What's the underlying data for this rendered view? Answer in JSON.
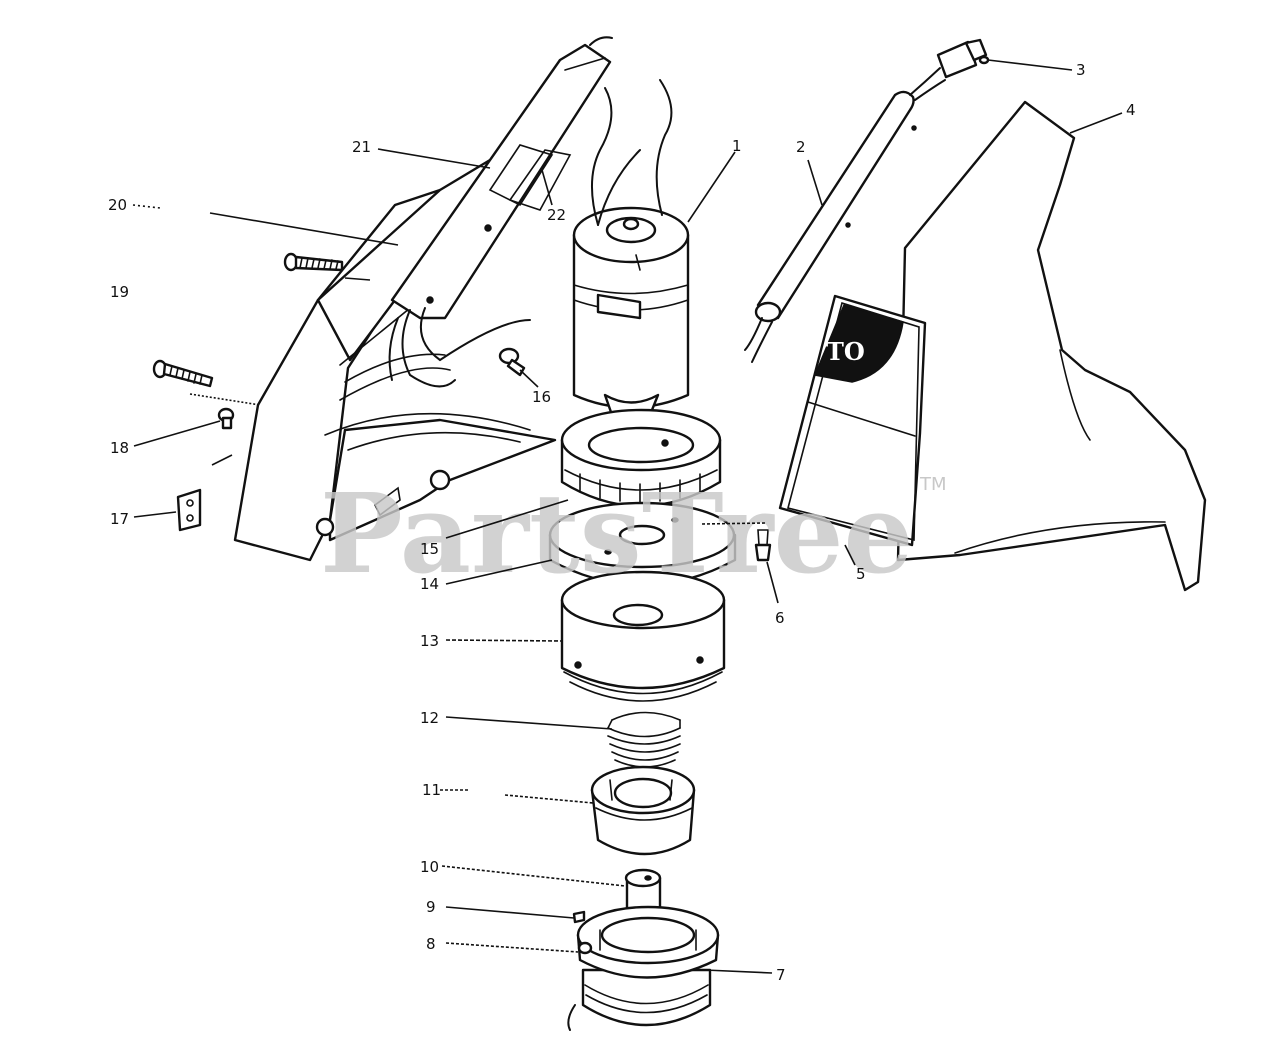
{
  "watermark": {
    "text": "PartsTree",
    "trademark": "TM"
  },
  "decal_text": "TO",
  "callouts": [
    {
      "id": "1",
      "label": "1"
    },
    {
      "id": "2",
      "label": "2"
    },
    {
      "id": "3",
      "label": "3"
    },
    {
      "id": "4",
      "label": "4"
    },
    {
      "id": "5",
      "label": "5"
    },
    {
      "id": "6",
      "label": "6"
    },
    {
      "id": "7",
      "label": "7"
    },
    {
      "id": "8",
      "label": "8"
    },
    {
      "id": "9",
      "label": "9"
    },
    {
      "id": "10",
      "label": "10"
    },
    {
      "id": "11",
      "label": "11"
    },
    {
      "id": "12",
      "label": "12"
    },
    {
      "id": "13",
      "label": "13"
    },
    {
      "id": "14",
      "label": "14"
    },
    {
      "id": "15",
      "label": "15"
    },
    {
      "id": "16",
      "label": "16"
    },
    {
      "id": "17",
      "label": "17"
    },
    {
      "id": "18",
      "label": "18"
    },
    {
      "id": "19",
      "label": "19"
    },
    {
      "id": "20",
      "label": "20"
    },
    {
      "id": "21",
      "label": "21"
    },
    {
      "id": "22",
      "label": "22"
    }
  ]
}
